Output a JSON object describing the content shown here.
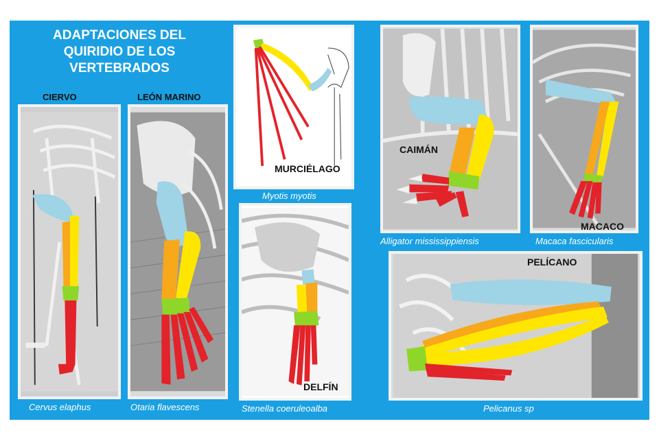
{
  "title": {
    "line1": "ADAPTACIONES DEL",
    "line2": "QUIRIDIO  DE LOS",
    "line3": "VERTEBRADOS"
  },
  "animals": {
    "ciervo": {
      "name": "CIERVO",
      "species": "Cervus elaphus"
    },
    "leon_marino": {
      "name": "LEÓN MARINO",
      "species": "Otaria flavescens"
    },
    "murcielago": {
      "name": "MURCIÉLAGO",
      "species": "Myotis myotis"
    },
    "delfin": {
      "name": "DELFÍN",
      "species": "Stenella coeruleoalba"
    },
    "caiman": {
      "name": "CAIMÁN",
      "species": "Alligator mississippiensis"
    },
    "macaco": {
      "name": "MACACO",
      "species": "Macaca fascicularis"
    },
    "pelicano": {
      "name": "PELÍCANO",
      "species": "Pelicanus sp"
    }
  },
  "colors": {
    "board": "#1aa0e2",
    "humerus": "#9fd3e6",
    "radius": "#ffe600",
    "ulna": "#f7a81b",
    "carpals": "#8fd62a",
    "phalanges": "#e3232a"
  }
}
